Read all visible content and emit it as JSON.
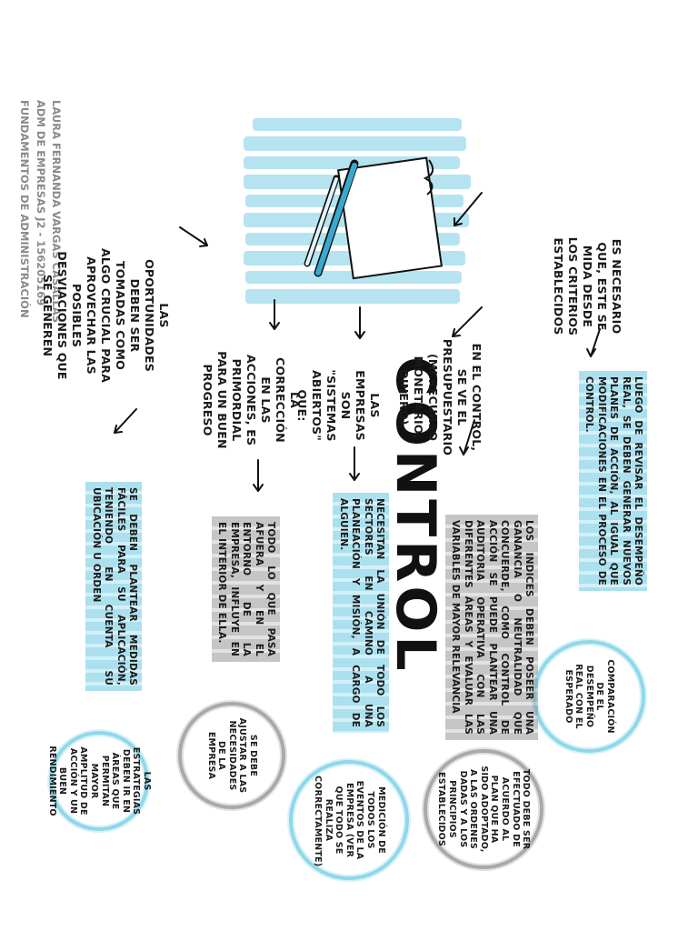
{
  "diagram": {
    "title": "CONTROL",
    "author": {
      "line1": "LAURA FERNANDA VARGAS CASALLAS",
      "line2": "ADM DE EMPRESAS J2 - 156205169",
      "line3": "FUNDAMENTOS DE ADMINISTRACIÓN"
    },
    "branches": {
      "criterios": "ES NECESARIO QUE, ESTE SE MIDA DESDE LOS CRITERIOS ESTABLECIDOS",
      "planes": "LUEGO DE REVISAR EL DESEMPEÑO REAL, SE DEBEN GENERAR NUEVOS PLANES DE ACCIÓN, AL IGUAL QUE MODIFICACIONES EN EL PROCESO DE CONTROL.",
      "comparacion": "COMPARACIÓN DE EL DESEMPEÑO REAL CON EL ESPERADO",
      "presupuesto": "EN EL CONTROL, SE VE EL PRESUPUESTARIO (MI RECURSO MONETARIO, DINERO)",
      "indices": "LOS INDICES DEBEN POSEER UNA GANANCIA O NEUTRALIDAD QUE CONCUERDE, COMO CONTROL DE ACCIÓN SE PUEDE PLANTEAR UNA AUDITORIA OPERATIVA CON LAS DIFERENTES ÁREAS Y EVALUAR LAS VARIABLES DE MAYOR RELEVANCIA",
      "efectuado": "TODO DEBE SER EFECTUADO DE ACUERDO AL PLAN QUE HA SIDO ADOPTADO, A LAS ORDENES DADAS Y A LOS PRINCIPIOS ESTABLECIDOS",
      "sistemas": "LAS EMPRESAS SON \"SISTEMAS ABIERTOS\" QUE:",
      "union": "NECESITAN LA UNIÓN DE TODO LOS SECTORES EN CAMINO A UNA PLANEACIÓN Y MISIÓN, A CARGO DE ALGUIEN.",
      "medicion": "MEDICIÓN DE TODOS LOS EVENTOS DE LA EMPRESA (VER QUE TODO SE REALIZA CORRECTAMENTE)",
      "correccion": "LA CORRECCIÓN EN LAS ACCIONES, ES PRIMORDIAL PARA UN BUEN PROGRESO",
      "entorno": "TODO LO QUE PASA AFUERA Y EN EL ENTORNO DE LA EMPRESA, INFLUYE EN EL INTERIOR DE ELLA.",
      "ajustar": "SE DEBE AJUSTAR A LAS NECESIDADES DE LA EMPRESA",
      "oportunidades": "LAS OPORTUNIDADES DEBEN SER TOMADAS COMO ALGO CRUCIAL PARA APROVECHAR LAS POSIBLES DESVIACIONES QUE SE GENEREN",
      "medidas": "SE DEBEN PLANTEAR MEDIDAS FÁCILES PARA SU APLICACIÓN, TENIENDO EN CUENTA SU UBICACIÓN U ORDEN",
      "estrategias": "LAS ESTRATEGIAS DEBEN IR EN ÁREAS QUE PERMITAN MAYOR AMPLITUD DE ACCIÓN Y UN BUEN RENDIMIENTO"
    }
  },
  "colors": {
    "accent_blue": "#8ed8ea",
    "accent_gray": "#a9a9a9",
    "ink": "#1a1a1a",
    "author_gray": "#8a8a8a"
  },
  "icons": [
    "notebook-icon",
    "pen-icon"
  ]
}
